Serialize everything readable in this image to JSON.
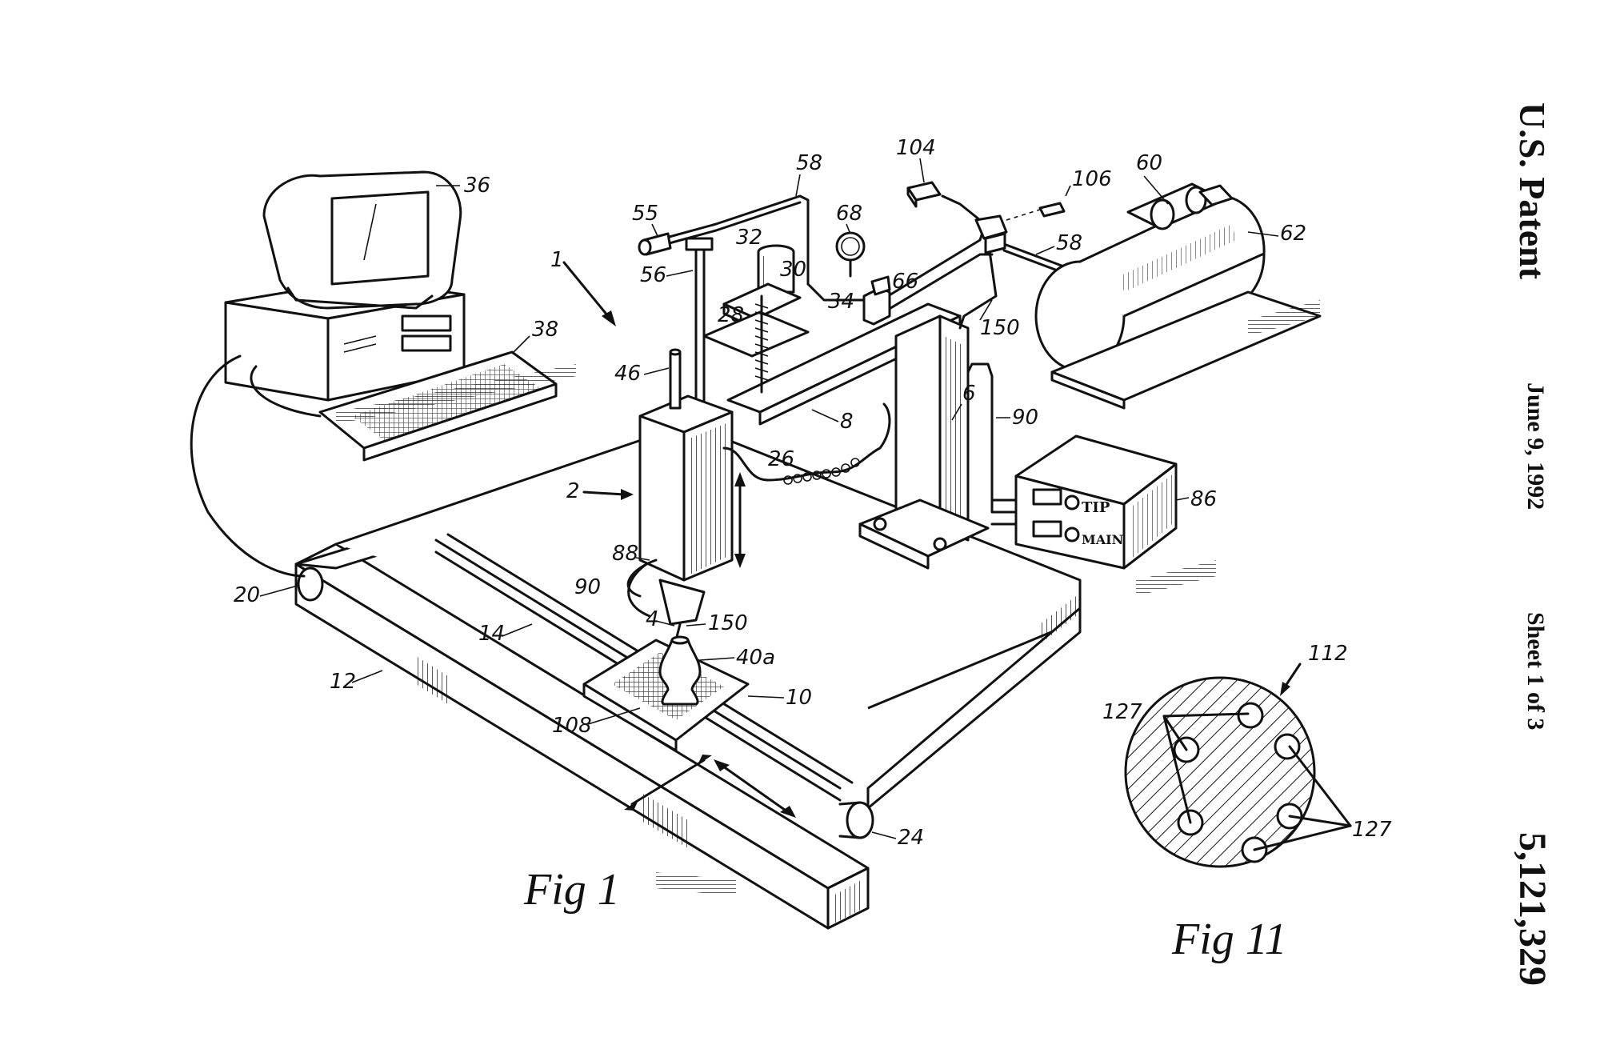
{
  "header": {
    "assignee": "U.S. Patent",
    "date": "June 9, 1992",
    "sheet": "Sheet 1 of 3",
    "patent_number": "5,121,329"
  },
  "figures": {
    "fig1_caption": "Fig 1",
    "fig11_caption": "Fig 11"
  },
  "reference_numerals": {
    "r1": "1",
    "r36": "36",
    "r38": "38",
    "r58a": "58",
    "r104": "104",
    "r106": "106",
    "r60": "60",
    "r62": "62",
    "r55": "55",
    "r32": "32",
    "r68": "68",
    "r30": "30",
    "r66": "66",
    "r56": "56",
    "r28": "28",
    "r34": "34",
    "r58b": "58",
    "r150a": "150",
    "r46": "46",
    "r8": "8",
    "r6": "6",
    "r90a": "90",
    "r26": "26",
    "r2": "2",
    "r86": "86",
    "r88": "88",
    "r90b": "90",
    "r20": "20",
    "r4": "4",
    "r150b": "150",
    "r14": "14",
    "r40a": "40a",
    "r12": "12",
    "r10": "10",
    "r108": "108",
    "r24": "24",
    "r112": "112",
    "r127a": "127",
    "r127b": "127"
  },
  "control_box": {
    "tip_label": "TIP",
    "main_label": "MAIN"
  }
}
